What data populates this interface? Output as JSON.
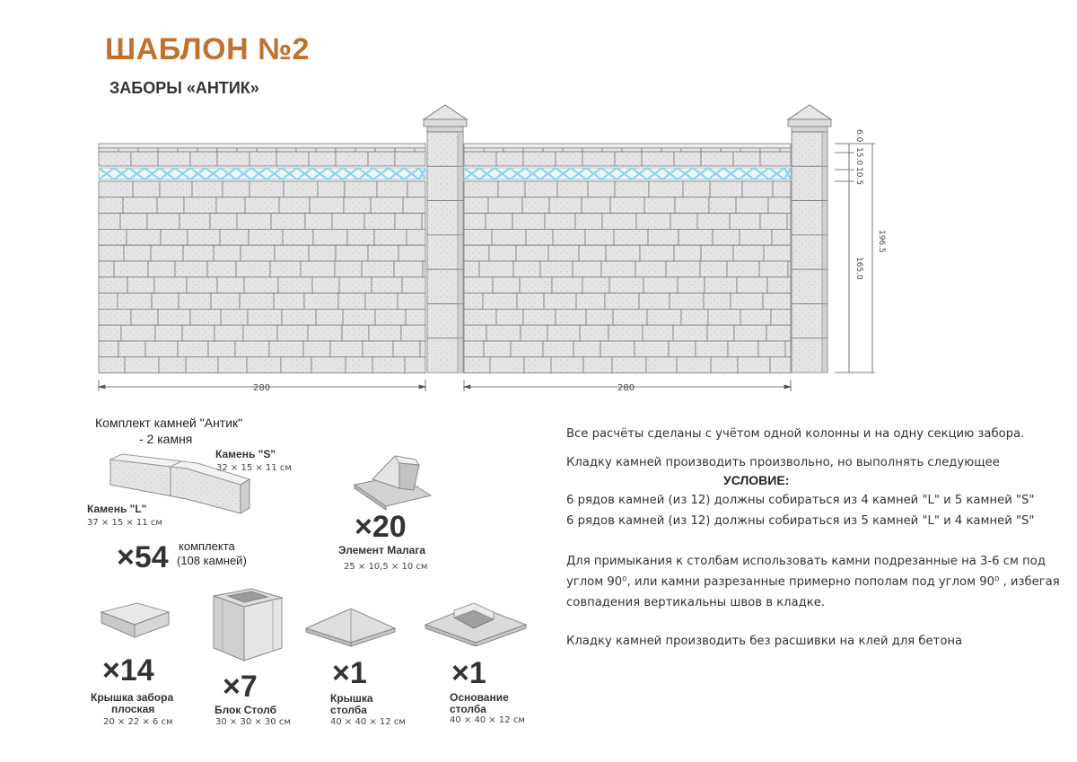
{
  "header": {
    "title": "ШАБЛОН №2",
    "subtitle": "ЗАБОРЫ «АНТИК»"
  },
  "drawing": {
    "section_width_left": "280",
    "section_width_right": "280",
    "dim_cap": "6.0",
    "dim_top": "15.0",
    "dim_malaga": "10.5",
    "dim_wall": "165.0",
    "dim_total": "196.5"
  },
  "kit": {
    "title": "Комплект камней \"Антик\"",
    "subtitle": "- 2 камня",
    "stone_s_label": "Камень \"S\"",
    "stone_s_size": "32 × 15 × 11 см",
    "stone_l_label": "Камень \"L\"",
    "stone_l_size": "37 × 15 × 11 см",
    "count": "×54",
    "count_note_1": "комплекта",
    "count_note_2": "(108 камней)"
  },
  "items": {
    "malaga": {
      "count": "×20",
      "label": "Элемент Малага",
      "size": "25 × 10,5 × 10 см"
    },
    "fence_cap": {
      "count": "×14",
      "label_1": "Крышка забора",
      "label_2": "плоская",
      "size": "20 × 22 × 6 см"
    },
    "post_block": {
      "count": "×7",
      "label": "Блок Столб",
      "size": "30 × 30 × 30 см"
    },
    "post_cap": {
      "count": "×1",
      "label_1": "Крышка",
      "label_2": "столба",
      "size": "40 × 40 × 12 см"
    },
    "post_base": {
      "count": "×1",
      "label_1": "Основание",
      "label_2": "столба",
      "size": "40 × 40 × 12 см"
    }
  },
  "info": {
    "line1": "Все расчёты сделаны с учётом одной колонны и на одну секцию забора.",
    "line2": "Кладку камней производить произвольно, но выполнять следующее",
    "condition": "УСЛОВИЕ:",
    "rule1": "6 рядов камней (из 12) должны собираться из 4 камней \"L\" и 5 камней \"S\"",
    "rule2": "6 рядов камней (из 12) должны собираться из 5 камней \"L\" и 4 камней \"S\"",
    "adj1": "Для примыкания к столбам использовать камни подрезанные на 3-6 см под",
    "adj2": "углом 90⁰, или камни разрезанные примерно пополам под углом 90⁰ , избегая",
    "adj3": "совпадения вертикальны швов в кладке.",
    "final": "Кладку камней производить без расшивки на клей для бетона"
  },
  "colors": {
    "title": "#c0722c",
    "malaga": "#8fd3ef",
    "stone": "#e4e4e4",
    "stroke": "#7a7a7a"
  }
}
